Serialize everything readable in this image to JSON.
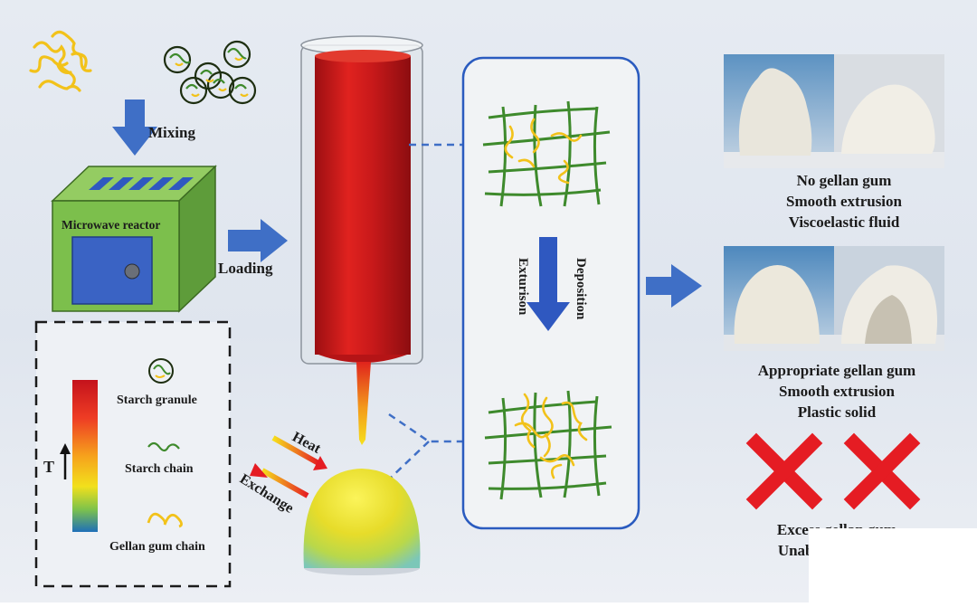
{
  "ingredients": {
    "mixing_label": "Mixing",
    "reactor_label": "Microwave reactor",
    "loading_label": "Loading"
  },
  "legend": {
    "temperature_label": "T",
    "items": [
      {
        "label": "Starch granule",
        "icon": "starch-granule-icon"
      },
      {
        "label": "Starch chain",
        "icon": "starch-chain-icon"
      },
      {
        "label": "Gellan gum chain",
        "icon": "gellan-gum-chain-icon"
      }
    ],
    "gradient_colors": [
      "#c4121c",
      "#ee3c24",
      "#f6a21c",
      "#f2e01c",
      "#7fc34a",
      "#1e6fb8"
    ]
  },
  "printer": {
    "heat_label": "Heat",
    "exchange_label": "Exchange"
  },
  "network": {
    "deposition_label": "Deposition",
    "extrusion_label": "Exturison"
  },
  "outcomes": [
    {
      "line1": "No gellan gum",
      "line2": "Smooth extrusion",
      "line3": "Viscoelastic fluid"
    },
    {
      "line1": "Appropriate gellan gum",
      "line2": "Smooth extrusion",
      "line3": "Plastic solid"
    },
    {
      "line1": "Excess gellan gum",
      "line2": "Unable to extrude"
    }
  ],
  "colors": {
    "arrow_blue": "#3f6fc6",
    "box_green": "#7cbf4c",
    "box_blue": "#3a63c4",
    "cross_red": "#e51c23",
    "syringe_red": "#d71f20",
    "chain_green": "#3e8a2c",
    "gum_yellow": "#f2c21a"
  }
}
